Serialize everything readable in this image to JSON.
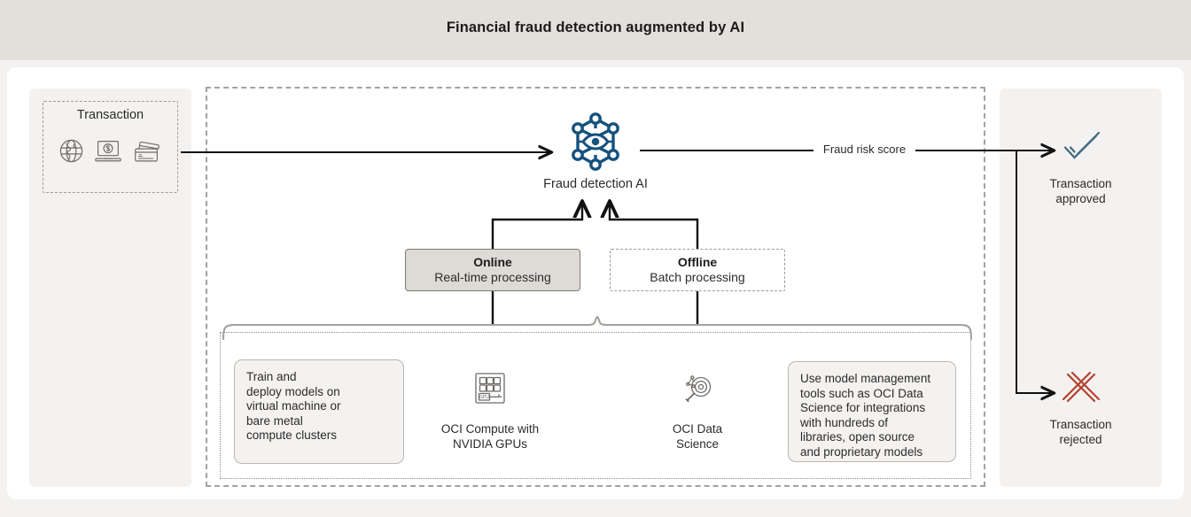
{
  "header": {
    "title": "Financial fraud detection augmented by AI"
  },
  "left_panel": {
    "transaction": {
      "label": "Transaction",
      "icons": [
        "globe-icon",
        "laptop-payment-icon",
        "credit-cards-icon"
      ]
    }
  },
  "center": {
    "ai_node": {
      "icon": "fraud-detection-ai-icon",
      "label": "Fraud detection AI"
    },
    "flow_label": "Fraud risk score",
    "processing": [
      {
        "title": "Online",
        "subtitle": "Real-time processing",
        "style": "filled"
      },
      {
        "title": "Offline",
        "subtitle": "Batch processing",
        "style": "dashed"
      }
    ],
    "resources": [
      {
        "kind": "note",
        "text": "Train and\ndeploy models on\nvirtual machine or\nbare metal\ncompute clusters"
      },
      {
        "kind": "icon",
        "icon": "gpu-chip-icon",
        "caption": "OCI Compute with\nNVIDIA GPUs"
      },
      {
        "kind": "icon",
        "icon": "data-science-magnifier-icon",
        "caption": "OCI Data\nScience"
      },
      {
        "kind": "note",
        "text": "Use model management\ntools such as OCI Data\nScience for integrations\nwith hundreds of\nlibraries, open source\nand proprietary models"
      }
    ]
  },
  "right_panel": {
    "outcomes": [
      {
        "icon": "double-check-icon",
        "label": "Transaction\napproved",
        "color": "#3f6a80"
      },
      {
        "icon": "double-cross-icon",
        "label": "Transaction\nrejected",
        "color": "#b5412e"
      }
    ]
  },
  "colors": {
    "header_bg": "#e3dfdb",
    "page_bg": "#f4f2f0",
    "card_bg": "#ffffff",
    "panel_bg": "#f4f2f0",
    "ai_blue": "#15517d",
    "approved": "#3f6a80",
    "rejected": "#b5412e",
    "line": "#111111",
    "brace": "#a5a19d"
  }
}
